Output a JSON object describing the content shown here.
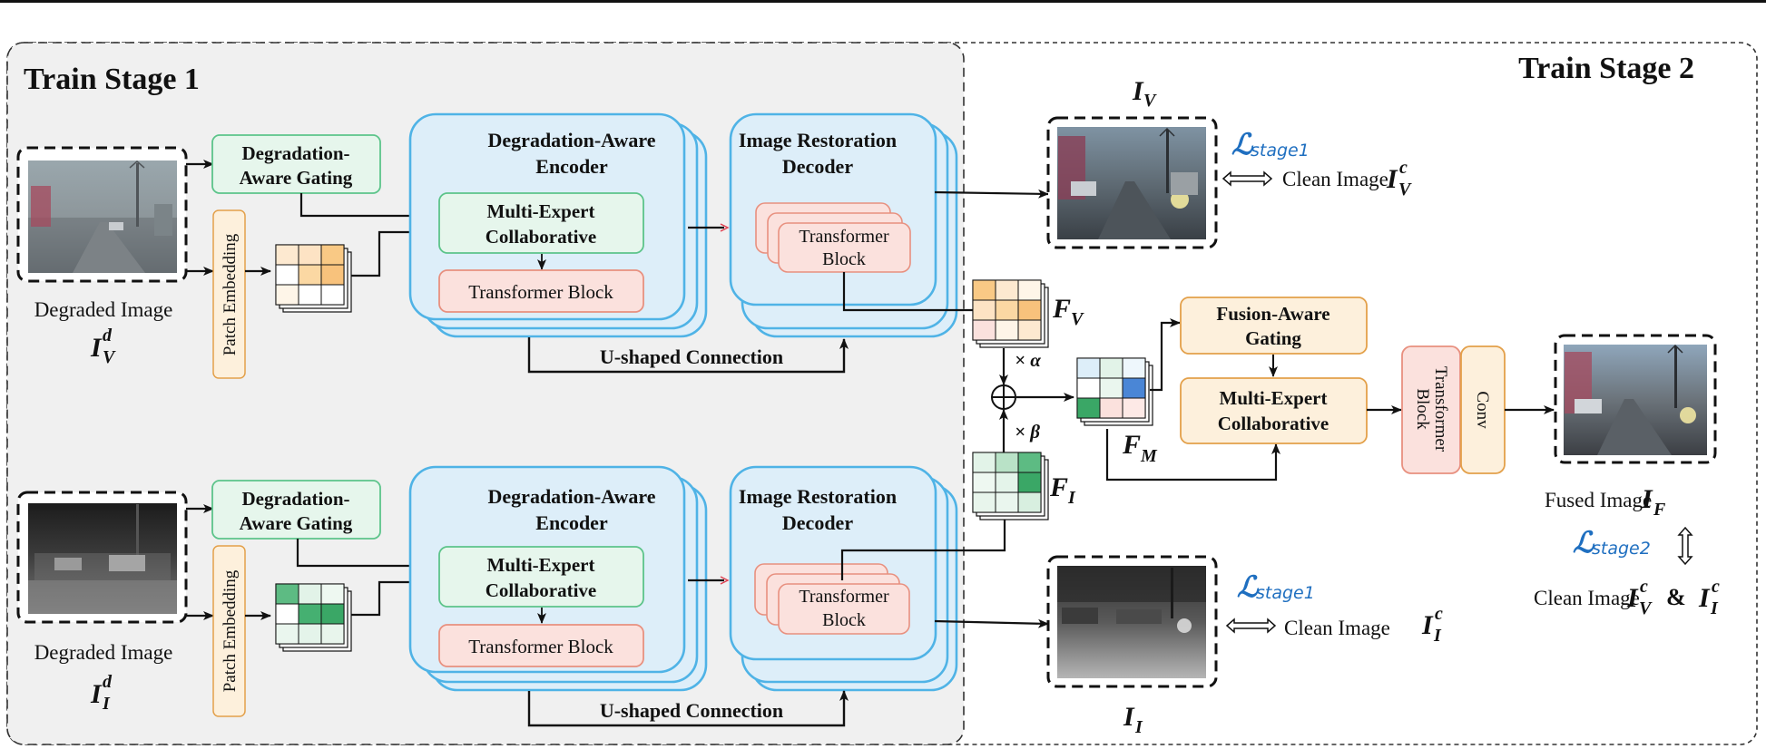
{
  "stage1": {
    "title": "Train Stage 1"
  },
  "stage2": {
    "title": "Train Stage 2"
  },
  "vis": {
    "input_label": "Degraded Image",
    "input_symbol": "I",
    "input_sup": "d",
    "input_sub": "V",
    "gating_line1": "Degradation-",
    "gating_line2": "Aware Gating",
    "patch_embedding": "Patch Embedding",
    "encoder_line1": "Degradation-Aware",
    "encoder_line2": "Encoder",
    "mec_line1": "Multi-Expert",
    "mec_line2": "Collaborative",
    "transformer_block": "Transformer Block",
    "decoder_line1": "Image Restoration",
    "decoder_line2": "Decoder",
    "dec_tb_line1": "Transformer",
    "dec_tb_line2": "Block",
    "ushaped": "U-shaped Connection",
    "output_symbol": "I",
    "output_sub": "V",
    "loss_symbol": "ℒ",
    "loss_sub": "stage1",
    "clean_label": "Clean Image",
    "clean_symbol": "I",
    "clean_sup": "c",
    "clean_sub": "V",
    "feature_symbol": "F",
    "feature_sub": "V"
  },
  "ir": {
    "input_label": "Degraded Image",
    "input_symbol": "I",
    "input_sup": "d",
    "input_sub": "I",
    "gating_line1": "Degradation-",
    "gating_line2": "Aware Gating",
    "patch_embedding": "Patch Embedding",
    "encoder_line1": "Degradation-Aware",
    "encoder_line2": "Encoder",
    "mec_line1": "Multi-Expert",
    "mec_line2": "Collaborative",
    "transformer_block": "Transformer Block",
    "decoder_line1": "Image Restoration",
    "decoder_line2": "Decoder",
    "dec_tb_line1": "Transformer",
    "dec_tb_line2": "Block",
    "ushaped": "U-shaped Connection",
    "output_symbol": "I",
    "output_sub": "I",
    "loss_symbol": "ℒ",
    "loss_sub": "stage1",
    "clean_label": "Clean Image",
    "clean_symbol": "I",
    "clean_sup": "c",
    "clean_sub": "I",
    "feature_symbol": "F",
    "feature_sub": "I"
  },
  "fusion": {
    "alpha": "× α",
    "beta": "× β",
    "merged_symbol": "F",
    "merged_sub": "M",
    "gating_line1": "Fusion-Aware",
    "gating_line2": "Gating",
    "mec_line1": "Multi-Expert",
    "mec_line2": "Collaborative",
    "tb_line1": "Transformer",
    "tb_line2": "Block",
    "conv": "Conv",
    "fused_label": "Fused Image",
    "fused_symbol": "I",
    "fused_sub": "F",
    "loss_symbol": "ℒ",
    "loss_sub": "stage2",
    "clean_label": "Clean Image",
    "clean_sym1": "I",
    "clean_sup1": "c",
    "clean_sub1": "V",
    "amp": "&",
    "clean_sym2": "I",
    "clean_sup2": "c",
    "clean_sub2": "I"
  },
  "colors": {
    "gating_fill": "#e6f6ec",
    "gating_stroke": "#5cc48a",
    "encoder_fill": "#ddeef9",
    "encoder_stroke": "#4fb3e6",
    "block_fill": "#fbe1dd",
    "block_stroke": "#e8907f",
    "fusion_fill": "#fdf0dc",
    "fusion_stroke": "#e3a04a",
    "loss_text": "#1f6fc0",
    "stage1_bg": "#f0f0f0"
  }
}
